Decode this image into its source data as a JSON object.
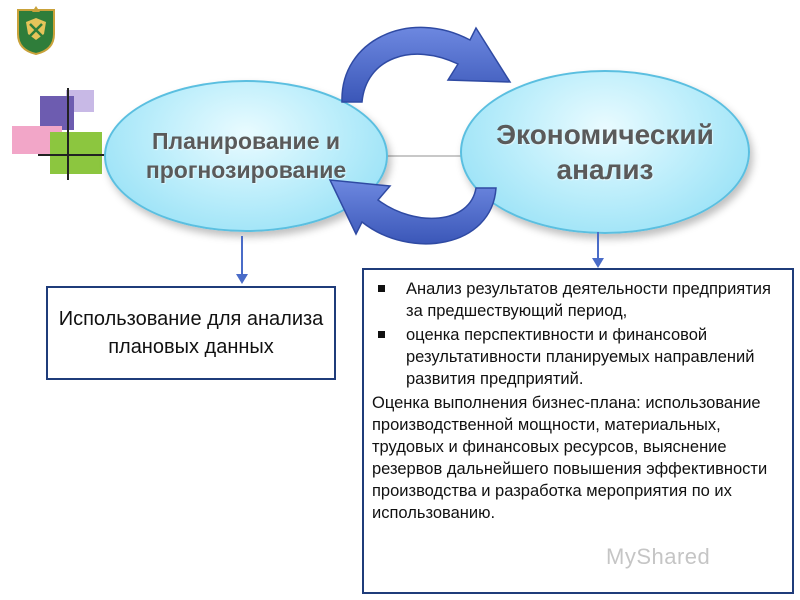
{
  "planning_oval": {
    "line1": "Планирование и",
    "line2": "прогнозирование"
  },
  "analysis_oval": {
    "line1": "Экономический",
    "line2": "анализ"
  },
  "left_box": {
    "text": "Использование для анализа плановых данных"
  },
  "right_box": {
    "bullets": [
      "Анализ результатов деятельности предприятия за предшествующий период,",
      "оценка перспективности и финансовой результативности планируемых направлений развития предприятий."
    ],
    "paragraph": "Оценка выполнения бизнес-плана: использование производственной мощности, материальных, трудовых и финансовых ресурсов, выяснение резервов дальнейшего повышения эффективности производства и разработка мероприятия по их использованию."
  },
  "watermark": "MyShared",
  "colors": {
    "oval_fill": "#bdeefb",
    "oval_border": "#5bbfe0",
    "arrow_blue": "#4a6cc8",
    "box_border": "#1f3c7a"
  }
}
